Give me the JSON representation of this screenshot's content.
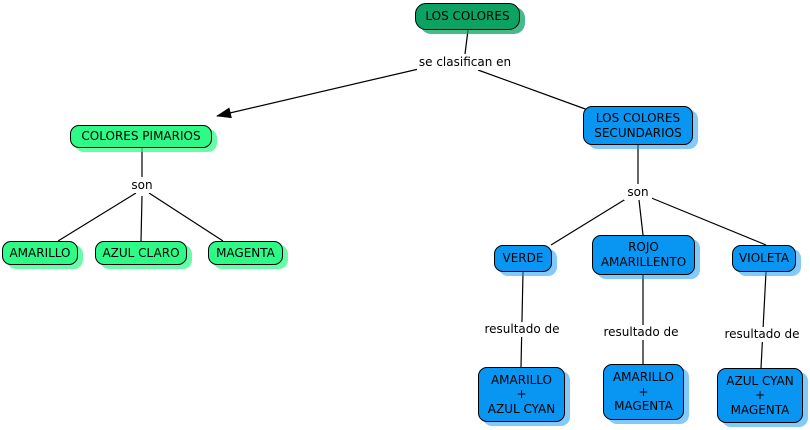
{
  "title": "Concept map: Los Colores",
  "palette": {
    "root_fill": "#0BA263",
    "primary_fill": "#2EFB87",
    "secondary_fill": "#0995F2",
    "border": "#000000",
    "line": "#000000",
    "background": "#FFFFFF"
  },
  "nodes": {
    "root": {
      "label": "LOS COLORES"
    },
    "primarios": {
      "label": "COLORES PIMARIOS"
    },
    "amarillo": {
      "label": "AMARILLO"
    },
    "azul_claro": {
      "label": "AZUL CLARO"
    },
    "magenta": {
      "label": "MAGENTA"
    },
    "secundarios": {
      "label": "LOS COLORES\nSECUNDARIOS"
    },
    "verde": {
      "label": "VERDE"
    },
    "rojo_amarillento": {
      "label": "ROJO\nAMARILLENTO"
    },
    "violeta": {
      "label": "VIOLETA"
    },
    "combo_amarillo_azulcyan": {
      "label": "AMARILLO\n+\nAZUL CYAN"
    },
    "combo_amarillo_magenta": {
      "label": "AMARILLO\n+\nMAGENTA"
    },
    "combo_azulcyan_magenta": {
      "label": "AZUL CYAN\n+\nMAGENTA"
    }
  },
  "link_phrases": {
    "clasifican": {
      "label": "se clasifican en"
    },
    "son_left": {
      "label": "son"
    },
    "son_right": {
      "label": "son"
    },
    "resultado_1": {
      "label": "resultado de"
    },
    "resultado_2": {
      "label": "resultado de"
    },
    "resultado_3": {
      "label": "resultado de"
    }
  }
}
